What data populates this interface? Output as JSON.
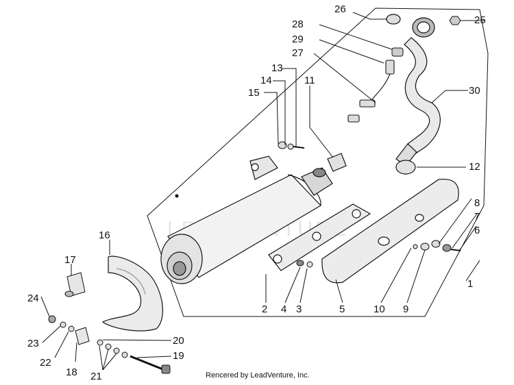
{
  "labels": {
    "n1": "1",
    "n2": "2",
    "n3": "3",
    "n4": "4",
    "n5": "5",
    "n6": "6",
    "n7": "7",
    "n8": "8",
    "n9": "9",
    "n10": "10",
    "n11": "11",
    "n12": "12",
    "n13": "13",
    "n14": "14",
    "n15": "15",
    "n16": "16",
    "n17": "17",
    "n18": "18",
    "n19": "19",
    "n20": "20",
    "n21": "21",
    "n22": "22",
    "n23": "23",
    "n24": "24",
    "n25": "25",
    "n26": "26",
    "n27": "27",
    "n28": "28",
    "n29": "29",
    "n30": "30"
  },
  "footer": {
    "caption": "Rencered by LeadVenture, Inc."
  },
  "watermark": {
    "text": "LEADVENTURE"
  },
  "colors": {
    "line": "#111111",
    "shade": "#d9d9d9",
    "light": "#efefef"
  }
}
